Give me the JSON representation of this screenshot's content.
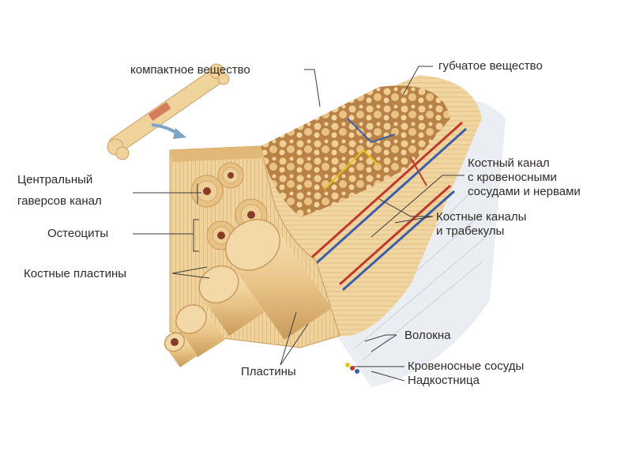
{
  "labels": {
    "compact": "компактное вещество",
    "spongy": "губчатое вещество",
    "central_line1": "Центральный",
    "central_line2": "гаверсов канал",
    "osteocytes": "Остеоциты",
    "bone_plates": "Костные пластины",
    "canal_line1": "Костный канал",
    "canal_line2": "с кровеносными",
    "canal_line3": "сосудами и нервами",
    "canals_line1": "Костные каналы",
    "canals_line2": "и трабекулы",
    "fibers": "Волокна",
    "vessels": "Кровеносные сосуды",
    "periosteum": "Надкостница",
    "plates": "Пластины"
  },
  "colors": {
    "bone_light": "#f5dcaa",
    "bone_mid": "#e8c285",
    "bone_dark": "#c99a5a",
    "spongy": "#d9a86a",
    "artery": "#c0392b",
    "vein": "#3a5fa8",
    "nerve": "#e6c619",
    "periosteum": "#e6eaf0",
    "arrow": "#7fa4c4",
    "text": "#2e2a27",
    "leader": "#3c3c3c"
  },
  "icons": [
    "bone-thumbnail-icon",
    "arrow-icon"
  ]
}
